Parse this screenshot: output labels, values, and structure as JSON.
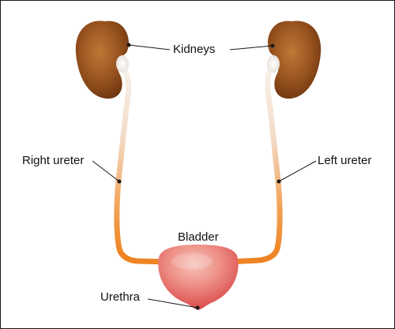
{
  "labels": {
    "kidneys": "Kidneys",
    "right_ureter": "Right ureter",
    "left_ureter": "Left ureter",
    "bladder": "Bladder",
    "urethra": "Urethra"
  },
  "colors": {
    "kidney_dark": "#6e3510",
    "kidney_mid": "#9a541f",
    "kidney_light": "#c07836",
    "ureter_orange": "#f08a28",
    "ureter_pale": "#f4ede6",
    "bladder_dark": "#d84848",
    "bladder_light": "#f2a8a0",
    "leader_line": "#1a1a1a"
  }
}
